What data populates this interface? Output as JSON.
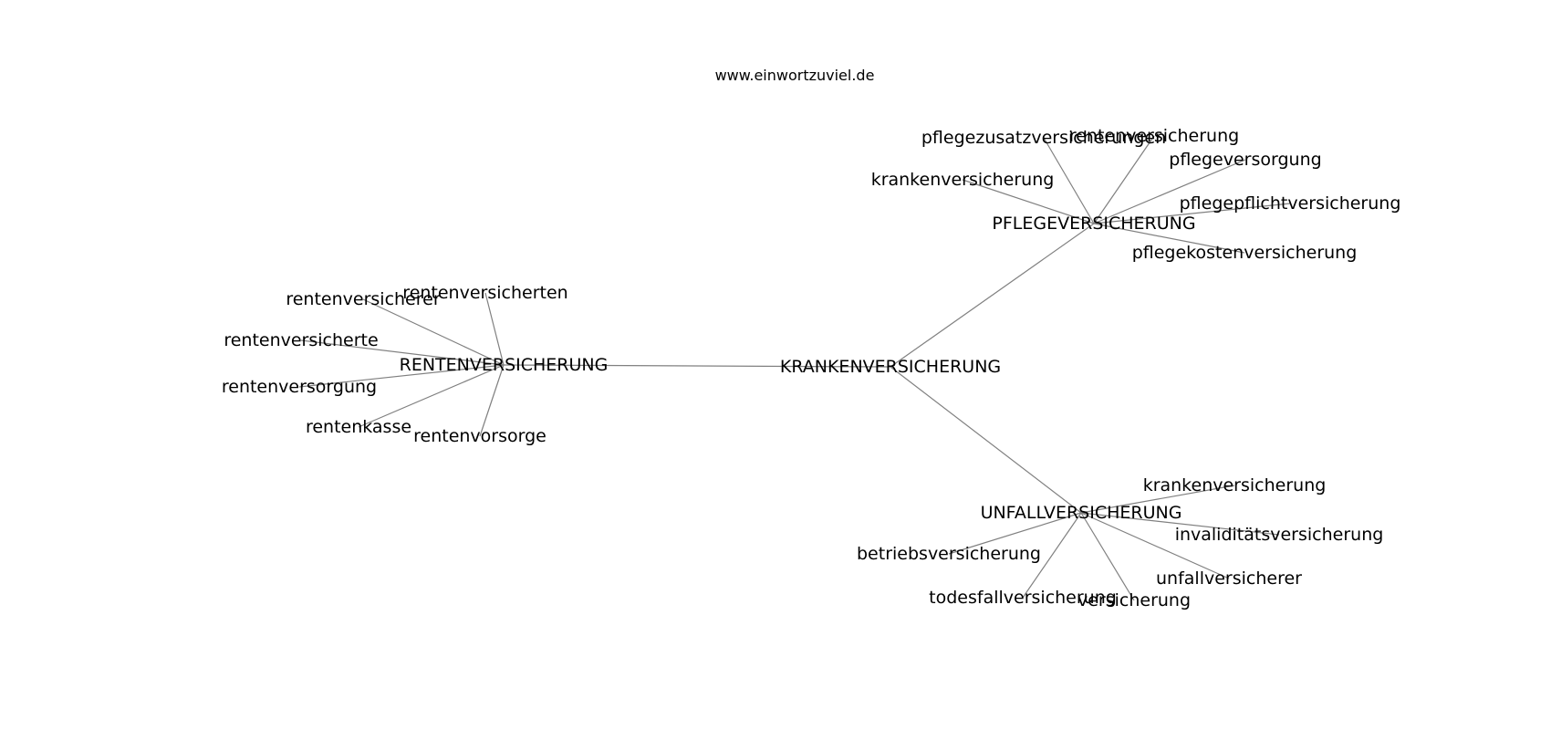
{
  "source": "www.einwortzuviel.de",
  "graph": {
    "nodes": [
      {
        "id": "kv",
        "label": "KRANKENVERSICHERUNG"
      },
      {
        "id": "rv",
        "label": "RENTENVERSICHERUNG"
      },
      {
        "id": "pv",
        "label": "PFLEGEVERSICHERUNG"
      },
      {
        "id": "uv",
        "label": "UNFALLVERSICHERUNG"
      },
      {
        "id": "rv1",
        "label": "rentenversicherer"
      },
      {
        "id": "rv2",
        "label": "rentenversicherten"
      },
      {
        "id": "rv3",
        "label": "rentenversicherte"
      },
      {
        "id": "rv4",
        "label": "rentenversorgung"
      },
      {
        "id": "rv5",
        "label": "rentenkasse"
      },
      {
        "id": "rv6",
        "label": "rentenvorsorge"
      },
      {
        "id": "pv1",
        "label": "pflegezusatzversicherungen"
      },
      {
        "id": "pv2",
        "label": "rentenversicherung"
      },
      {
        "id": "pv3",
        "label": "pflegeversorgung"
      },
      {
        "id": "pv4",
        "label": "krankenversicherung"
      },
      {
        "id": "pv5",
        "label": "pflegepflichtversicherung"
      },
      {
        "id": "pv6",
        "label": "pflegekostenversicherung"
      },
      {
        "id": "uv1",
        "label": "krankenversicherung"
      },
      {
        "id": "uv2",
        "label": "invaliditätsversicherung"
      },
      {
        "id": "uv3",
        "label": "betriebsversicherung"
      },
      {
        "id": "uv4",
        "label": "unfallversicherer"
      },
      {
        "id": "uv5",
        "label": "todesfallversicherung"
      },
      {
        "id": "uv6",
        "label": "versicherung"
      }
    ],
    "edges": [
      [
        "kv",
        "rv"
      ],
      [
        "kv",
        "pv"
      ],
      [
        "kv",
        "uv"
      ],
      [
        "rv",
        "rv1"
      ],
      [
        "rv",
        "rv2"
      ],
      [
        "rv",
        "rv3"
      ],
      [
        "rv",
        "rv4"
      ],
      [
        "rv",
        "rv5"
      ],
      [
        "rv",
        "rv6"
      ],
      [
        "pv",
        "pv1"
      ],
      [
        "pv",
        "pv2"
      ],
      [
        "pv",
        "pv3"
      ],
      [
        "pv",
        "pv4"
      ],
      [
        "pv",
        "pv5"
      ],
      [
        "pv",
        "pv6"
      ],
      [
        "uv",
        "uv1"
      ],
      [
        "uv",
        "uv2"
      ],
      [
        "uv",
        "uv3"
      ],
      [
        "uv",
        "uv4"
      ],
      [
        "uv",
        "uv5"
      ],
      [
        "uv",
        "uv6"
      ]
    ]
  },
  "colors": {
    "edge": "#808080",
    "text": "#000000",
    "background": "#ffffff"
  }
}
